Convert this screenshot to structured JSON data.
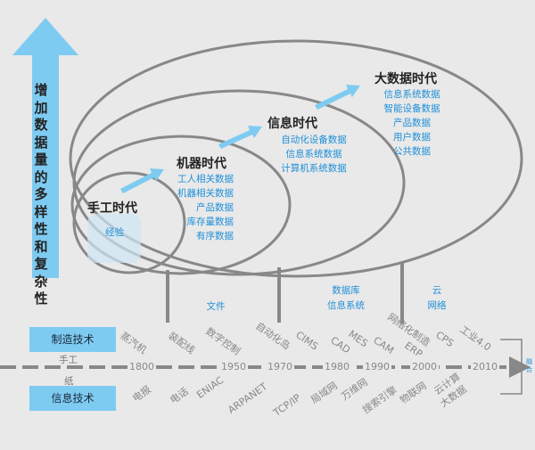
{
  "axis_label": "增加数据量的多样性和复杂性",
  "eras": [
    {
      "title": "手工时代",
      "items": [
        "经验"
      ]
    },
    {
      "title": "机器时代",
      "items": [
        "工人相关数据",
        "机器相关数据",
        "产品数据",
        "库存量数据",
        "有序数据"
      ]
    },
    {
      "title": "信息时代",
      "items": [
        "自动化设备数据",
        "信息系统数据",
        "计算机系统数据"
      ]
    },
    {
      "title": "大数据时代",
      "items": [
        "信息系统数据",
        "智能设备数据",
        "产品数据",
        "用户数据",
        "公共数据"
      ]
    }
  ],
  "media": [
    {
      "text": "文件"
    },
    {
      "text": "数据库\n信息系统"
    },
    {
      "text": "云\n网络"
    }
  ],
  "tracks": {
    "manufacturing": "制造技术",
    "information": "信息技术",
    "manual": "手工",
    "paper": "纸",
    "merge": "融合"
  },
  "years": [
    "1800",
    "1950",
    "1970",
    "1980",
    "1990",
    "2000",
    "2010"
  ],
  "manufacturing_events": [
    "蒸汽机",
    "装配线",
    "数字控制",
    "自动化岛",
    "CIMS",
    "CAD",
    "MES",
    "CAM",
    "ERP",
    "网络化制造",
    "CPS",
    "工业4.0"
  ],
  "information_events": [
    "电报",
    "电话",
    "ENIAC",
    "ARPANET",
    "TCP/IP",
    "局域网",
    "万维网",
    "搜索引擎",
    "物联网",
    "云计算",
    "大数据"
  ],
  "colors": {
    "accent_blue": "#7ecbf2",
    "text_blue": "#1e8fd8",
    "line_gray": "#888888"
  }
}
